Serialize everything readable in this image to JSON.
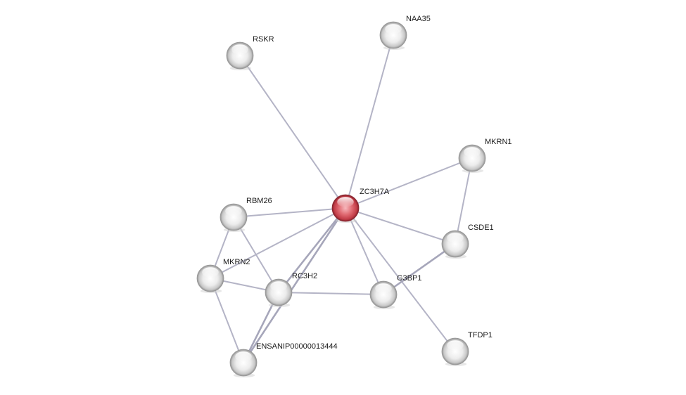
{
  "network": {
    "query_color": "#d04a54",
    "node_color": "#e2e2e2",
    "edge_color": "#b4b4c6",
    "nodes": [
      {
        "id": "ZC3H7A",
        "label": "ZC3H7A",
        "query": true
      },
      {
        "id": "NAA35",
        "label": "NAA35"
      },
      {
        "id": "RSKR",
        "label": "RSKR"
      },
      {
        "id": "MKRN1",
        "label": "MKRN1"
      },
      {
        "id": "RBM26",
        "label": "RBM26"
      },
      {
        "id": "CSDE1",
        "label": "CSDE1"
      },
      {
        "id": "MKRN2",
        "label": "MKRN2"
      },
      {
        "id": "RC3H2",
        "label": "RC3H2"
      },
      {
        "id": "G3BP1",
        "label": "G3BP1"
      },
      {
        "id": "ENSANIP00000013444",
        "label": "ENSANIP00000013444"
      },
      {
        "id": "TFDP1",
        "label": "TFDP1"
      }
    ],
    "edges": [
      {
        "source": "ZC3H7A",
        "target": "NAA35"
      },
      {
        "source": "ZC3H7A",
        "target": "RSKR"
      },
      {
        "source": "ZC3H7A",
        "target": "MKRN1"
      },
      {
        "source": "ZC3H7A",
        "target": "RBM26"
      },
      {
        "source": "ZC3H7A",
        "target": "CSDE1"
      },
      {
        "source": "ZC3H7A",
        "target": "MKRN2"
      },
      {
        "source": "ZC3H7A",
        "target": "RC3H2",
        "weight": 2
      },
      {
        "source": "ZC3H7A",
        "target": "G3BP1"
      },
      {
        "source": "ZC3H7A",
        "target": "ENSANIP00000013444",
        "weight": 2
      },
      {
        "source": "ZC3H7A",
        "target": "TFDP1"
      },
      {
        "source": "MKRN1",
        "target": "CSDE1"
      },
      {
        "source": "RBM26",
        "target": "MKRN2"
      },
      {
        "source": "RBM26",
        "target": "RC3H2"
      },
      {
        "source": "MKRN2",
        "target": "RC3H2"
      },
      {
        "source": "MKRN2",
        "target": "ENSANIP00000013444"
      },
      {
        "source": "RC3H2",
        "target": "G3BP1"
      },
      {
        "source": "RC3H2",
        "target": "ENSANIP00000013444",
        "weight": 2
      },
      {
        "source": "CSDE1",
        "target": "G3BP1",
        "weight": 2
      }
    ]
  }
}
